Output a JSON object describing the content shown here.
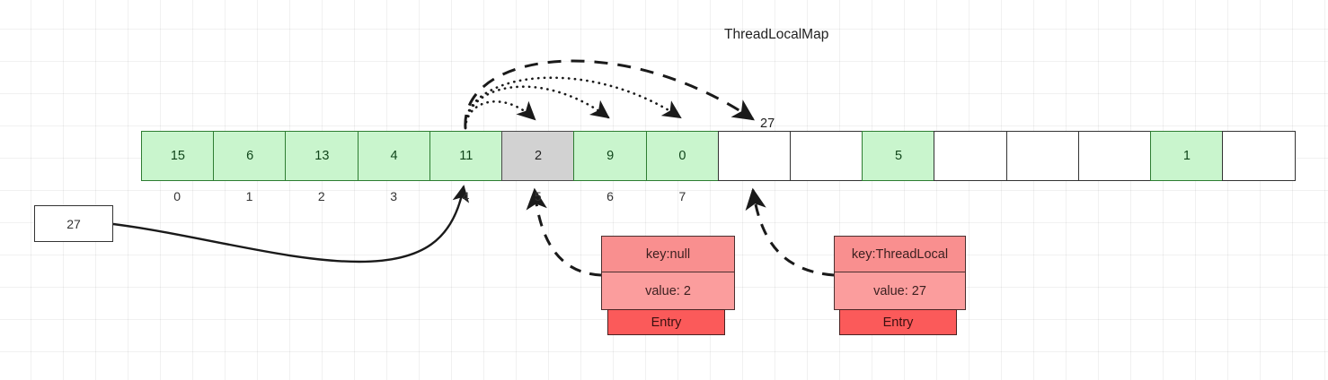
{
  "diagram": {
    "title": "ThreadLocalMap",
    "hash_label": "27",
    "array": {
      "name": "threadlocalmap-table",
      "cells": [
        {
          "value": "15",
          "state": "green"
        },
        {
          "value": "6",
          "state": "green"
        },
        {
          "value": "13",
          "state": "green"
        },
        {
          "value": "4",
          "state": "green"
        },
        {
          "value": "11",
          "state": "green"
        },
        {
          "value": "2",
          "state": "gray"
        },
        {
          "value": "9",
          "state": "green"
        },
        {
          "value": "0",
          "state": "green"
        },
        {
          "value": "",
          "state": "empty"
        },
        {
          "value": "",
          "state": "empty"
        },
        {
          "value": "5",
          "state": "green"
        },
        {
          "value": "",
          "state": "empty"
        },
        {
          "value": "",
          "state": "empty"
        },
        {
          "value": "",
          "state": "empty"
        },
        {
          "value": "1",
          "state": "green"
        },
        {
          "value": "",
          "state": "empty"
        }
      ],
      "indices": [
        "0",
        "1",
        "2",
        "3",
        "4",
        "5",
        "6",
        "7"
      ]
    },
    "source_box": {
      "value": "27"
    },
    "entries": [
      {
        "key": "key:null",
        "value": "value: 2",
        "tag": "Entry",
        "target_index": 5
      },
      {
        "key": "key:ThreadLocal",
        "value": "value: 27",
        "tag": "Entry",
        "target_index": 8
      }
    ],
    "colors": {
      "occupied": "#c9f5cd",
      "stale": "#d2d2d2",
      "empty": "#ffffff",
      "entry_fill": "#f98f8f",
      "entry_tag": "#fb5a5a",
      "stroke": "#333333"
    },
    "probe_arcs": [
      {
        "from_index": 4,
        "to_index": 5,
        "style": "dotted"
      },
      {
        "from_index": 4,
        "to_index": 6,
        "style": "dotted"
      },
      {
        "from_index": 4,
        "to_index": 7,
        "style": "dotted"
      },
      {
        "from_index": 4,
        "to_index": 8,
        "style": "dashed",
        "label": "27"
      }
    ]
  }
}
